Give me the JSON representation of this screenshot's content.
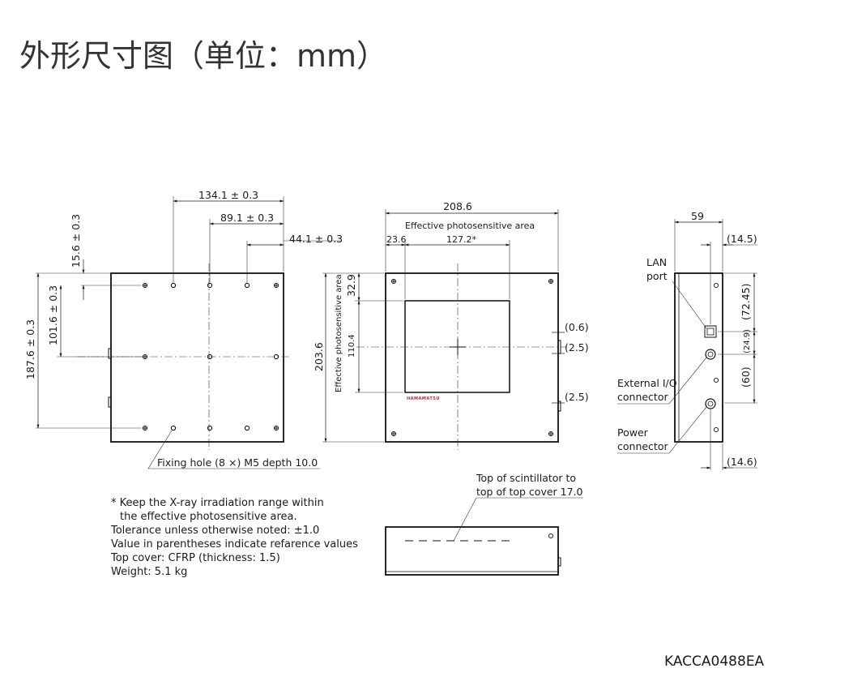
{
  "title": "外形尺寸图（单位：mm）",
  "drawing_code": "KACCA0488EA",
  "rear_view": {
    "dim_top_1": "134.1 ± 0.3",
    "dim_top_2": "89.1 ± 0.3",
    "dim_top_3": "44.1 ± 0.3",
    "dim_left_1": "15.6 ± 0.3",
    "dim_left_2": "101.6 ± 0.3",
    "dim_left_3": "187.6 ± 0.3",
    "fixing_hole_label": "Fixing hole (8 ×) M5 depth 10.0"
  },
  "front_view": {
    "dim_width": "208.6",
    "effective_area_label": "Effective photosensitive area",
    "dim_offset_x": "23.6",
    "dim_active_width": "127.2*",
    "dim_height": "203.6",
    "dim_offset_y": "32.9",
    "effective_area_label_vertical": "Effective photosensitive area",
    "dim_active_height": "110.4",
    "dim_right_1": "(0.6)",
    "dim_right_2": "(2.5)",
    "dim_right_3": "(2.5)",
    "brand": "HAMAMATSU"
  },
  "side_view": {
    "dim_depth": "59",
    "dim_top_offset": "(14.5)",
    "lan_label": "LAN\nport",
    "dim_v1": "(72.45)",
    "dim_v2": "(24.9)",
    "dim_v3": "(60)",
    "io_label": "External I/O\nconnector",
    "power_label": "Power\nconnector",
    "dim_bottom_offset": "(14.6)"
  },
  "bottom_view": {
    "scintillator_note": "Top of scintillator to\ntop of top cover 17.0"
  },
  "notes": [
    "* Keep the X-ray irradiation range within",
    "the effective photosensitive area.",
    "Tolerance unless otherwise noted: ±1.0",
    "Value in parentheses indicate refarence values",
    "Top cover: CFRP (thickness: 1.5)",
    "Weight: 5.1 kg"
  ]
}
